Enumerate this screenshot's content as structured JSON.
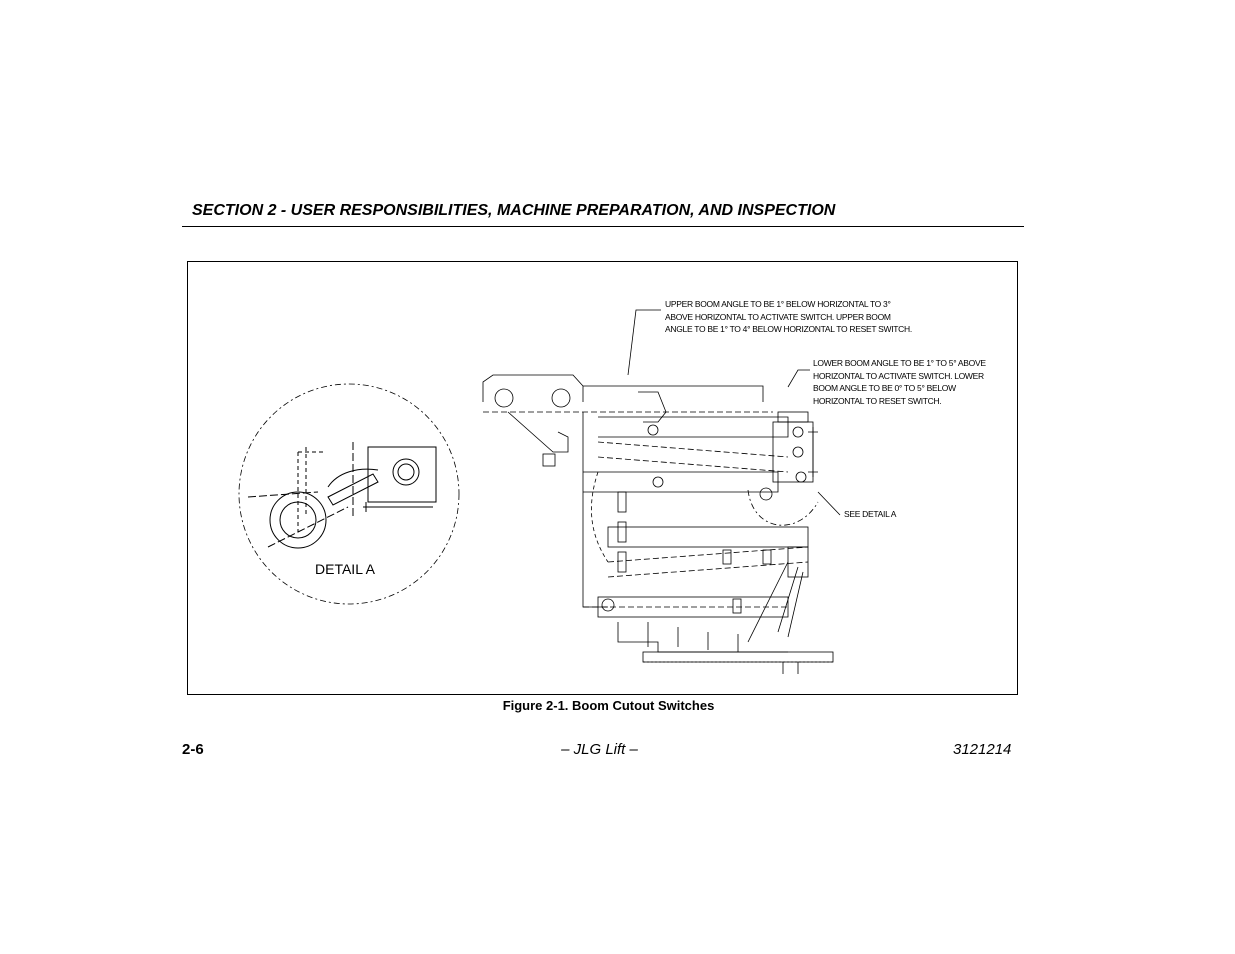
{
  "header": {
    "section_title": "SECTION 2 - USER RESPONSIBILITIES, MACHINE PREPARATION, AND INSPECTION"
  },
  "figure": {
    "callout_upper": [
      "UPPER BOOM ANGLE TO BE 1° BELOW HORIZONTAL TO 3°",
      "ABOVE HORIZONTAL TO ACTIVATE SWITCH. UPPER BOOM",
      "ANGLE TO BE 1° TO 4° BELOW HORIZONTAL TO RESET SWITCH."
    ],
    "callout_lower": [
      "LOWER BOOM ANGLE TO BE 1° TO 5° ABOVE",
      "HORIZONTAL TO ACTIVATE SWITCH. LOWER",
      "BOOM ANGLE TO BE 0° TO 5° BELOW",
      "HORIZONTAL TO RESET SWITCH."
    ],
    "see_detail": "SEE DETAIL A",
    "detail_label": "DETAIL A",
    "caption": "Figure 2-1. Boom Cutout Switches"
  },
  "footer": {
    "page_number": "2-6",
    "center": "– JLG Lift –",
    "doc_number": "3121214"
  }
}
